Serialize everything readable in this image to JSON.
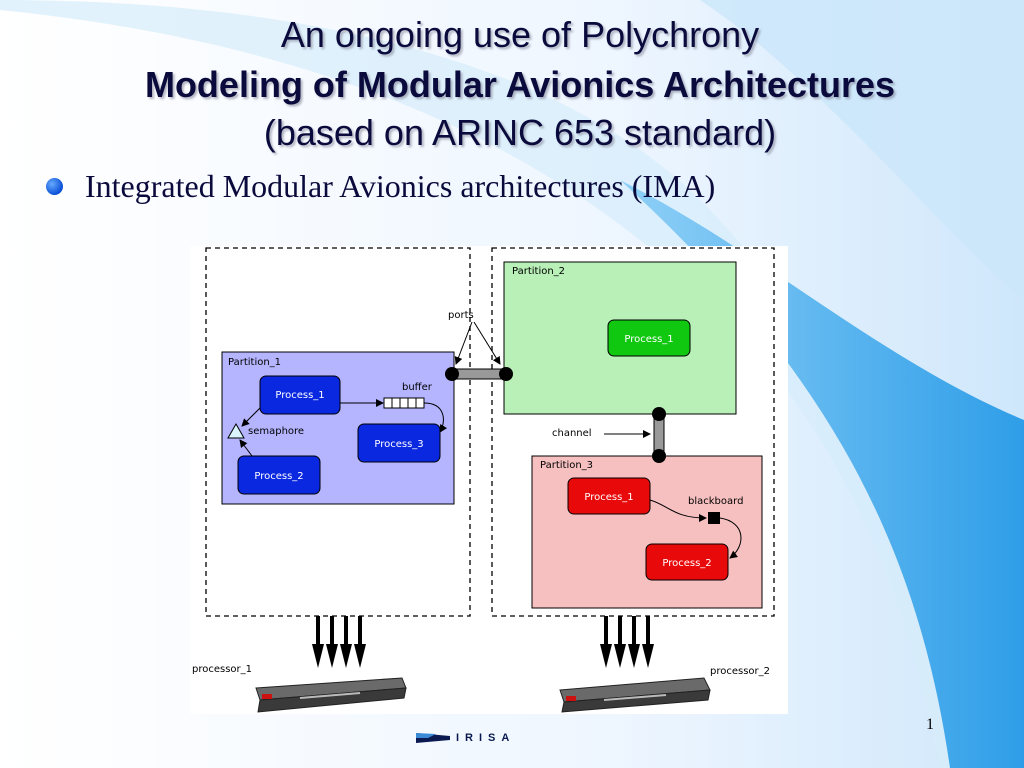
{
  "slide": {
    "title_line1": "An ongoing use of Polychrony",
    "title_line2": "Modeling of Modular Avionics Architectures",
    "title_line3": "(based on ARINC 653 standard)",
    "bullet": "Integrated Modular Avionics architectures (IMA)",
    "page_number": "1",
    "logo_text": "IRISA"
  },
  "diagram": {
    "partition_1": {
      "title": "Partition_1",
      "process_1": "Process_1",
      "process_2": "Process_2",
      "process_3": "Process_3",
      "buffer_label": "buffer",
      "semaphore_label": "semaphore"
    },
    "partition_2": {
      "title": "Partition_2",
      "process_1": "Process_1"
    },
    "partition_3": {
      "title": "Partition_3",
      "process_1": "Process_1",
      "process_2": "Process_2",
      "blackboard_label": "blackboard"
    },
    "ports_label": "ports",
    "channel_label": "channel",
    "processor_1_label": "processor_1",
    "processor_2_label": "processor_2"
  },
  "colors": {
    "background_accent": "#3aa8ee",
    "title_text": "#0a0a3c",
    "partition_1_fill": "#b4b4ff",
    "partition_2_fill": "#b8f0b8",
    "partition_3_fill": "#f7c0c0",
    "process_blue": "#0a28e0",
    "process_green": "#10c810",
    "process_red": "#e80a0a"
  }
}
